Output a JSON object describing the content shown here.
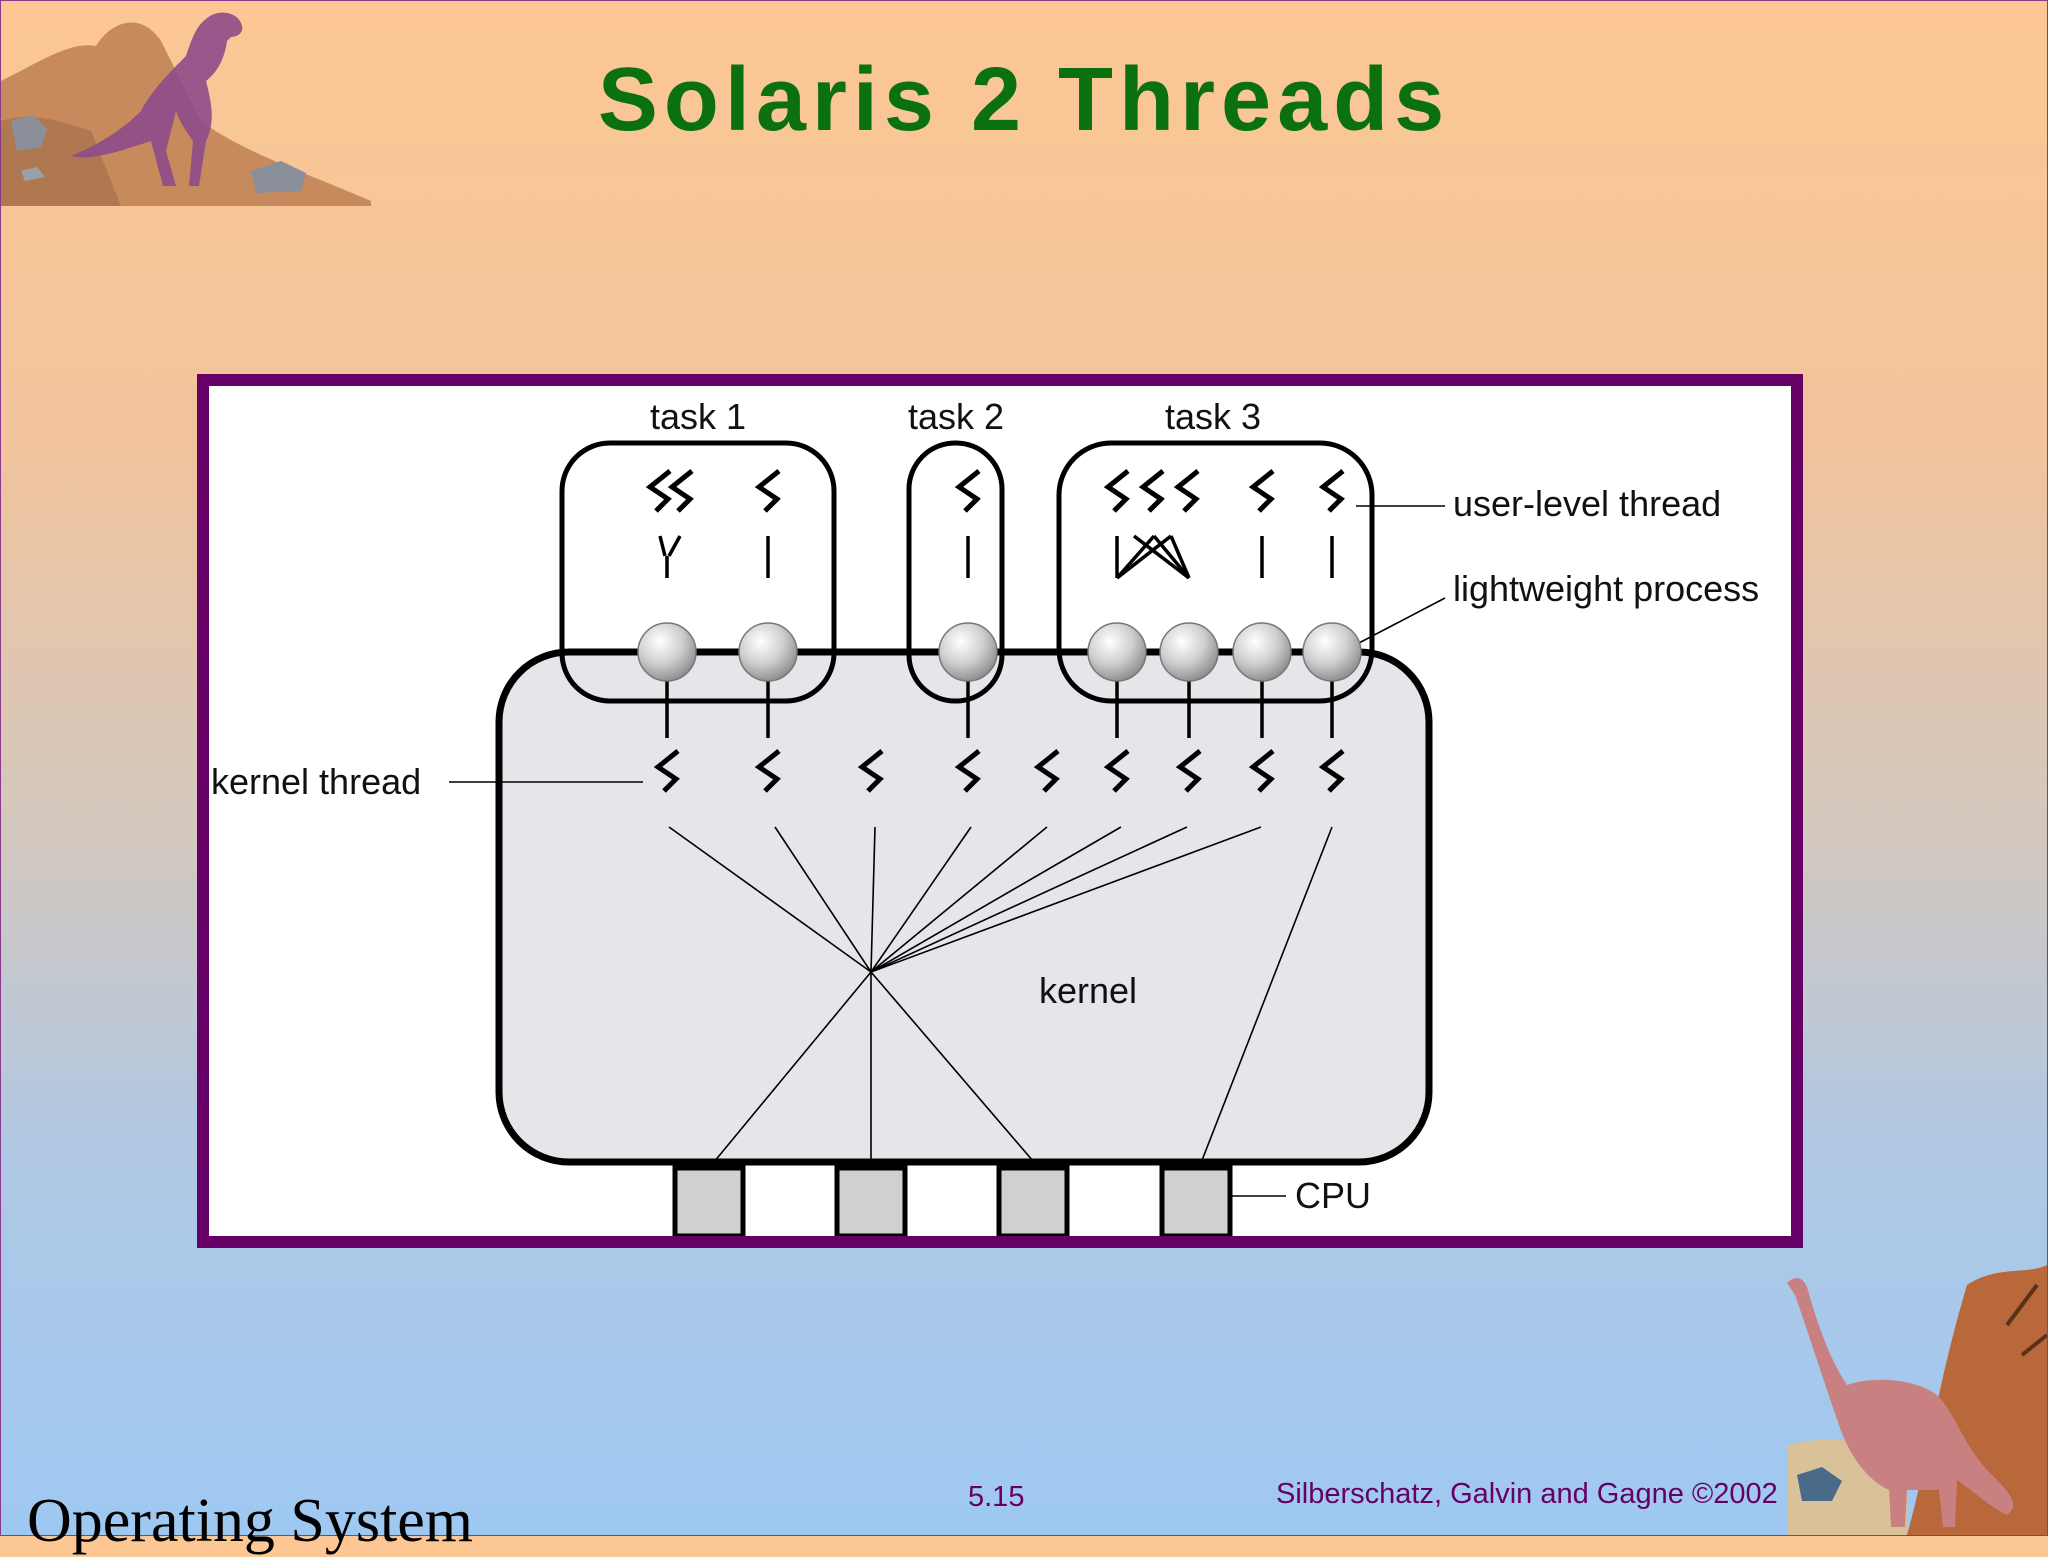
{
  "slide": {
    "title": "Solaris 2 Threads",
    "page_number": "5.15",
    "copyright": "Silberschatz, Galvin and  Gagne ©2002",
    "course_title": "Operating System"
  },
  "diagram": {
    "tasks": [
      "task 1",
      "task 2",
      "task 3"
    ],
    "labels": {
      "user_level_thread": "user-level thread",
      "lightweight_process": "lightweight process",
      "kernel_thread": "kernel thread",
      "kernel": "kernel",
      "cpu": "CPU"
    }
  },
  "colors": {
    "title": "#0a7010",
    "frame": "#660066",
    "footer": "#660066",
    "kernel_fill": "#e6e5ea",
    "cpu_fill": "#d0d0d0"
  }
}
